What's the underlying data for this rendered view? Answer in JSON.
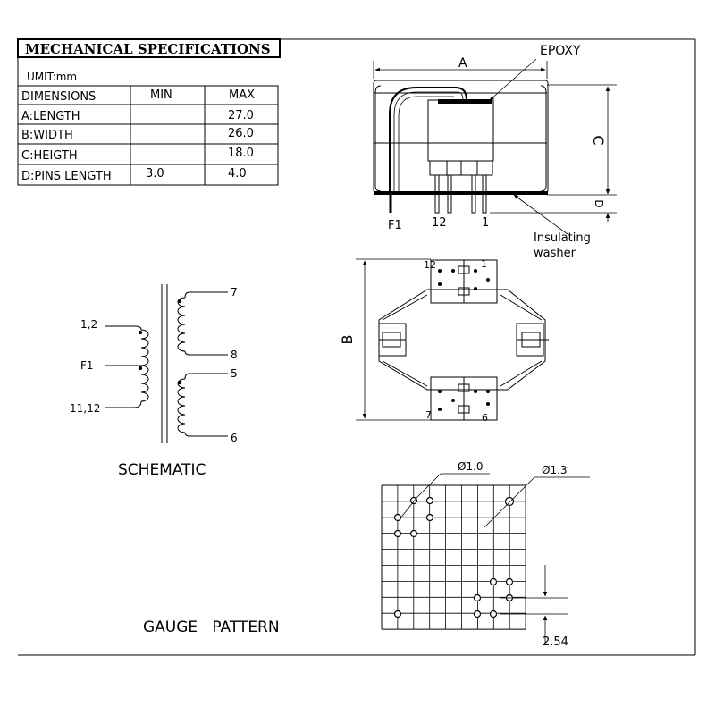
{
  "spec": {
    "title": "MECHANICAL SPECIFICATIONS",
    "unit": "UMIT:mm",
    "header": {
      "dimensions": "DIMENSIONS",
      "min": "MIN",
      "max": "MAX"
    },
    "rows": [
      {
        "label": "A:LENGTH",
        "min": "",
        "max": "27.0"
      },
      {
        "label": "B:WIDTH",
        "min": "",
        "max": "26.0"
      },
      {
        "label": "C:HEIGTH",
        "min": "",
        "max": "18.0"
      },
      {
        "label": "D:PINS LENGTH",
        "min": "3.0",
        "max": "4.0"
      }
    ]
  },
  "side_view": {
    "dim_a": "A",
    "dim_c": "C",
    "dim_d": "D",
    "epoxy": "EPOXY",
    "pin_f1": "F1",
    "pin_12": "12",
    "pin_1": "1",
    "washer_line1": "Insulating",
    "washer_line2": "washer"
  },
  "top_view": {
    "dim_b": "B",
    "pin_12": "12",
    "pin_1": "1",
    "pin_7": "7",
    "pin_6": "6"
  },
  "schematic": {
    "caption": "SCHEMATIC",
    "pin_1_2": "1,2",
    "pin_f1": "F1",
    "pin_11_12": "11,12",
    "pin_7": "7",
    "pin_8": "8",
    "pin_5": "5",
    "pin_6": "6"
  },
  "gauge": {
    "caption": "GAUGE   PATTERN",
    "hole_small": "Ø1.0",
    "hole_large": "Ø1.3",
    "pitch": "2.54"
  }
}
